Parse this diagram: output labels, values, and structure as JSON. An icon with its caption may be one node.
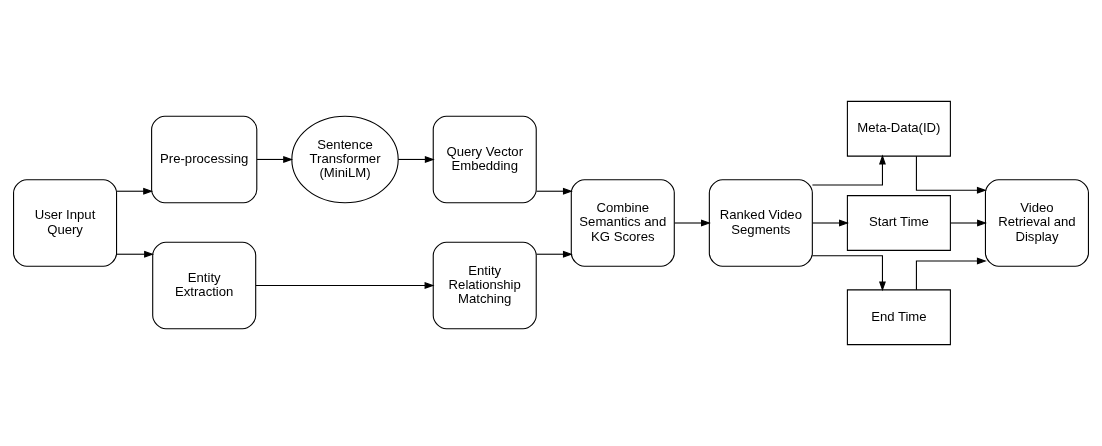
{
  "diagram": {
    "nodes": [
      {
        "text": [
          "User Input Query"
        ]
      },
      {
        "text": [
          "Pre-processing"
        ]
      },
      {
        "text": [
          "Sentence Transformer (MiniLM)"
        ]
      },
      {
        "text": [
          "Query Vector Embedding"
        ]
      },
      {
        "text": [
          "Entity Extraction"
        ]
      },
      {
        "text": [
          "Entity Relationship Matching"
        ]
      },
      {
        "text": [
          "Combine Semantics and KG Scores"
        ]
      },
      {
        "text": [
          "Ranked Video Segments"
        ]
      },
      {
        "text": [
          "Meta-Data(ID)"
        ]
      },
      {
        "text": [
          "Start Time"
        ]
      },
      {
        "text": [
          "End Time"
        ]
      },
      {
        "text": [
          "Video Retrieval and Display"
        ]
      }
    ],
    "edges": [
      {
        "from": 0,
        "to": 1,
        "arrow": "to"
      },
      {
        "from": 0,
        "to": 4,
        "arrow": "to"
      },
      {
        "from": 1,
        "to": 2,
        "arrow": "to"
      },
      {
        "from": 2,
        "to": 3,
        "arrow": "to"
      },
      {
        "from": 4,
        "to": 5,
        "arrow": "to"
      },
      {
        "from": 3,
        "to": 6,
        "arrow": "to"
      },
      {
        "from": 5,
        "to": 6,
        "arrow": "to"
      },
      {
        "from": 6,
        "to": 7,
        "arrow": "to"
      },
      {
        "from": 7,
        "to": 8,
        "arrow": "to"
      },
      {
        "from": 7,
        "to": 9,
        "arrow": "to"
      },
      {
        "from": 7,
        "to": 10,
        "arrow": "to"
      },
      {
        "from": 8,
        "to": 11,
        "arrow": "to"
      },
      {
        "from": 9,
        "to": 11,
        "arrow": "to"
      },
      {
        "from": 10,
        "to": 11,
        "arrow": "to"
      }
    ]
  }
}
